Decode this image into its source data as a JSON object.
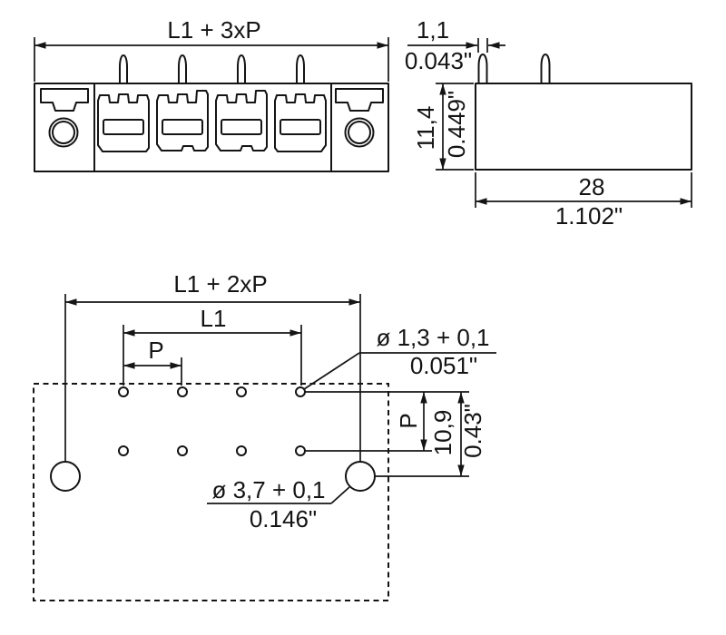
{
  "drawing": {
    "type": "technical-dimension-drawing",
    "front_view": {
      "total_width_label": "L1 + 3xP"
    },
    "side_view": {
      "pin_width_mm": "1,1",
      "pin_width_inch": "0.043\"",
      "body_height_mm": "11,4",
      "body_height_inch": "0.449\"",
      "body_depth_mm": "28",
      "body_depth_inch": "1.102\""
    },
    "footprint_view": {
      "outer_span_label": "L1 + 2xP",
      "inner_span_label": "L1",
      "pitch_label": "P",
      "row_pitch_label": "P",
      "pin_hole_diameter_mm": "ø 1,3 + 0,1",
      "pin_hole_diameter_inch": "0.051\"",
      "row_offset_mm": "10,9",
      "row_offset_inch": "0.43\"",
      "flange_hole_diameter_mm": "ø 3,7 + 0,1",
      "flange_hole_diameter_inch": "0.146\""
    },
    "colors": {
      "line": "#141414",
      "background": "#ffffff"
    }
  }
}
